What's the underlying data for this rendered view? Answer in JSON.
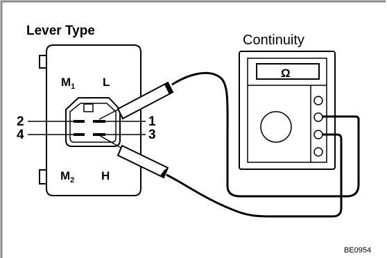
{
  "diagram": {
    "title": "Lever Type",
    "meter_label": "Continuity",
    "meter_symbol": "Ω",
    "terminals": {
      "m1_letter": "M",
      "m1_sub": "1",
      "l": "L",
      "m2_letter": "M",
      "m2_sub": "2",
      "h": "H"
    },
    "pins": [
      "1",
      "2",
      "3",
      "4"
    ],
    "figure_code": "BE0954"
  },
  "colors": {
    "ink": "#000000",
    "background": "#ffffff",
    "page_frame": "#7a7a7a"
  }
}
